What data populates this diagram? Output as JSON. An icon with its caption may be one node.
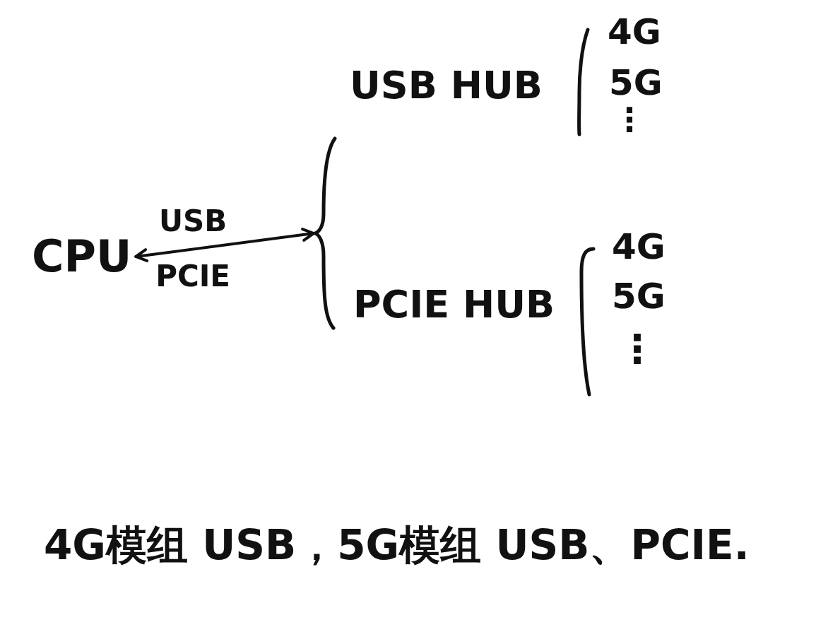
{
  "diagram": {
    "caption": "4G模组 USB，5G模组 USB、PCIE.",
    "nodes": [
      {
        "text": [
          "CPU"
        ]
      },
      {
        "text": [],
        "shape": "bracket"
      }
    ],
    "edges": [
      {
        "from": 0,
        "to": 1,
        "arrow": "both",
        "label": "USB PCIE"
      }
    ],
    "labels": [
      "USB HUB",
      "4G",
      "5G",
      "⋮",
      "PCIE HUB",
      "4G",
      "5G",
      "⋮"
    ]
  }
}
